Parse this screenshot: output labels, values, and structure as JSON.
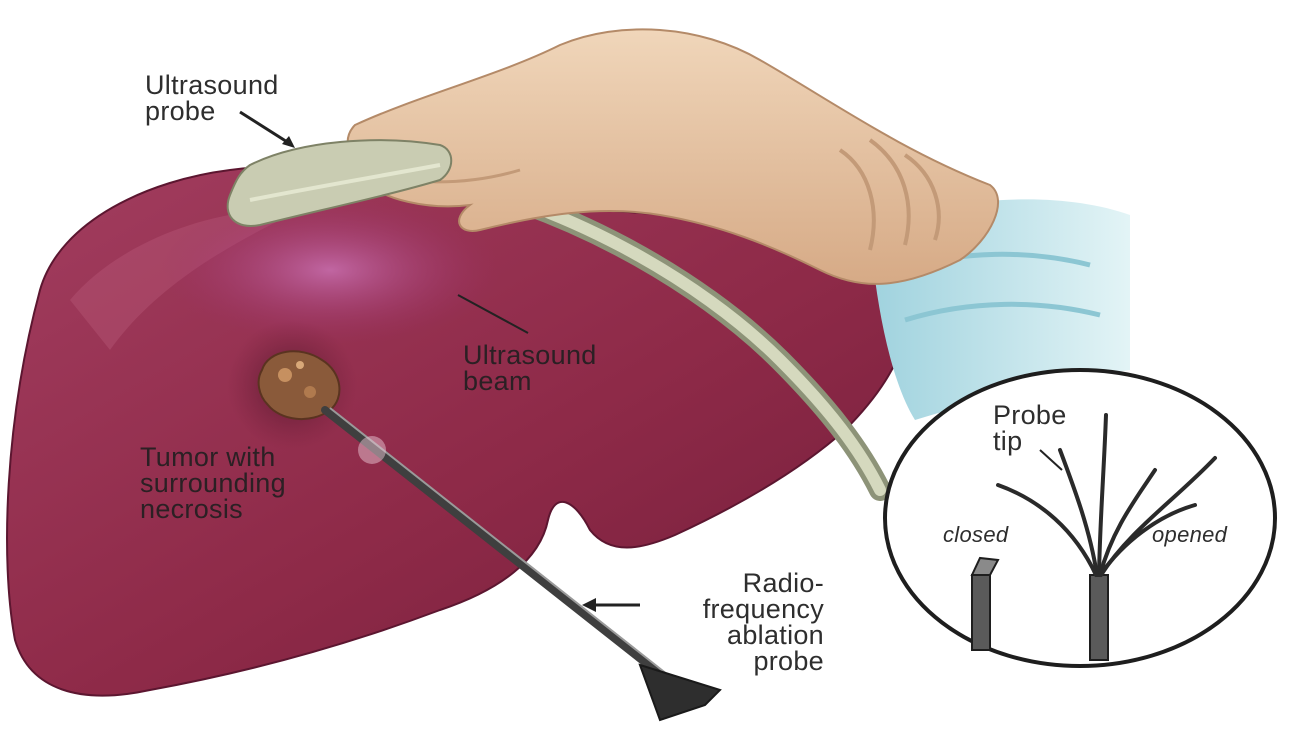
{
  "labels": {
    "ultrasound_probe": "Ultrasound\nprobe",
    "ultrasound_beam": "Ultrasound\nbeam",
    "tumor": "Tumor with\nsurrounding\nnecrosis",
    "rf_probe": "Radio-\nfrequency\nablation\nprobe",
    "probe_tip": "Probe\ntip",
    "closed": "closed",
    "opened": "opened"
  },
  "colors": {
    "liver": "#8e2a48",
    "liver_shadow": "#6e1c36",
    "liver_highlight": "#b04a6c",
    "glove": "#e6c4a4",
    "probe_body": "#c9ccb2",
    "sleeve": "#bfe3ea",
    "needle": "#4a4a4a",
    "tumor": "#8a5a3a"
  }
}
